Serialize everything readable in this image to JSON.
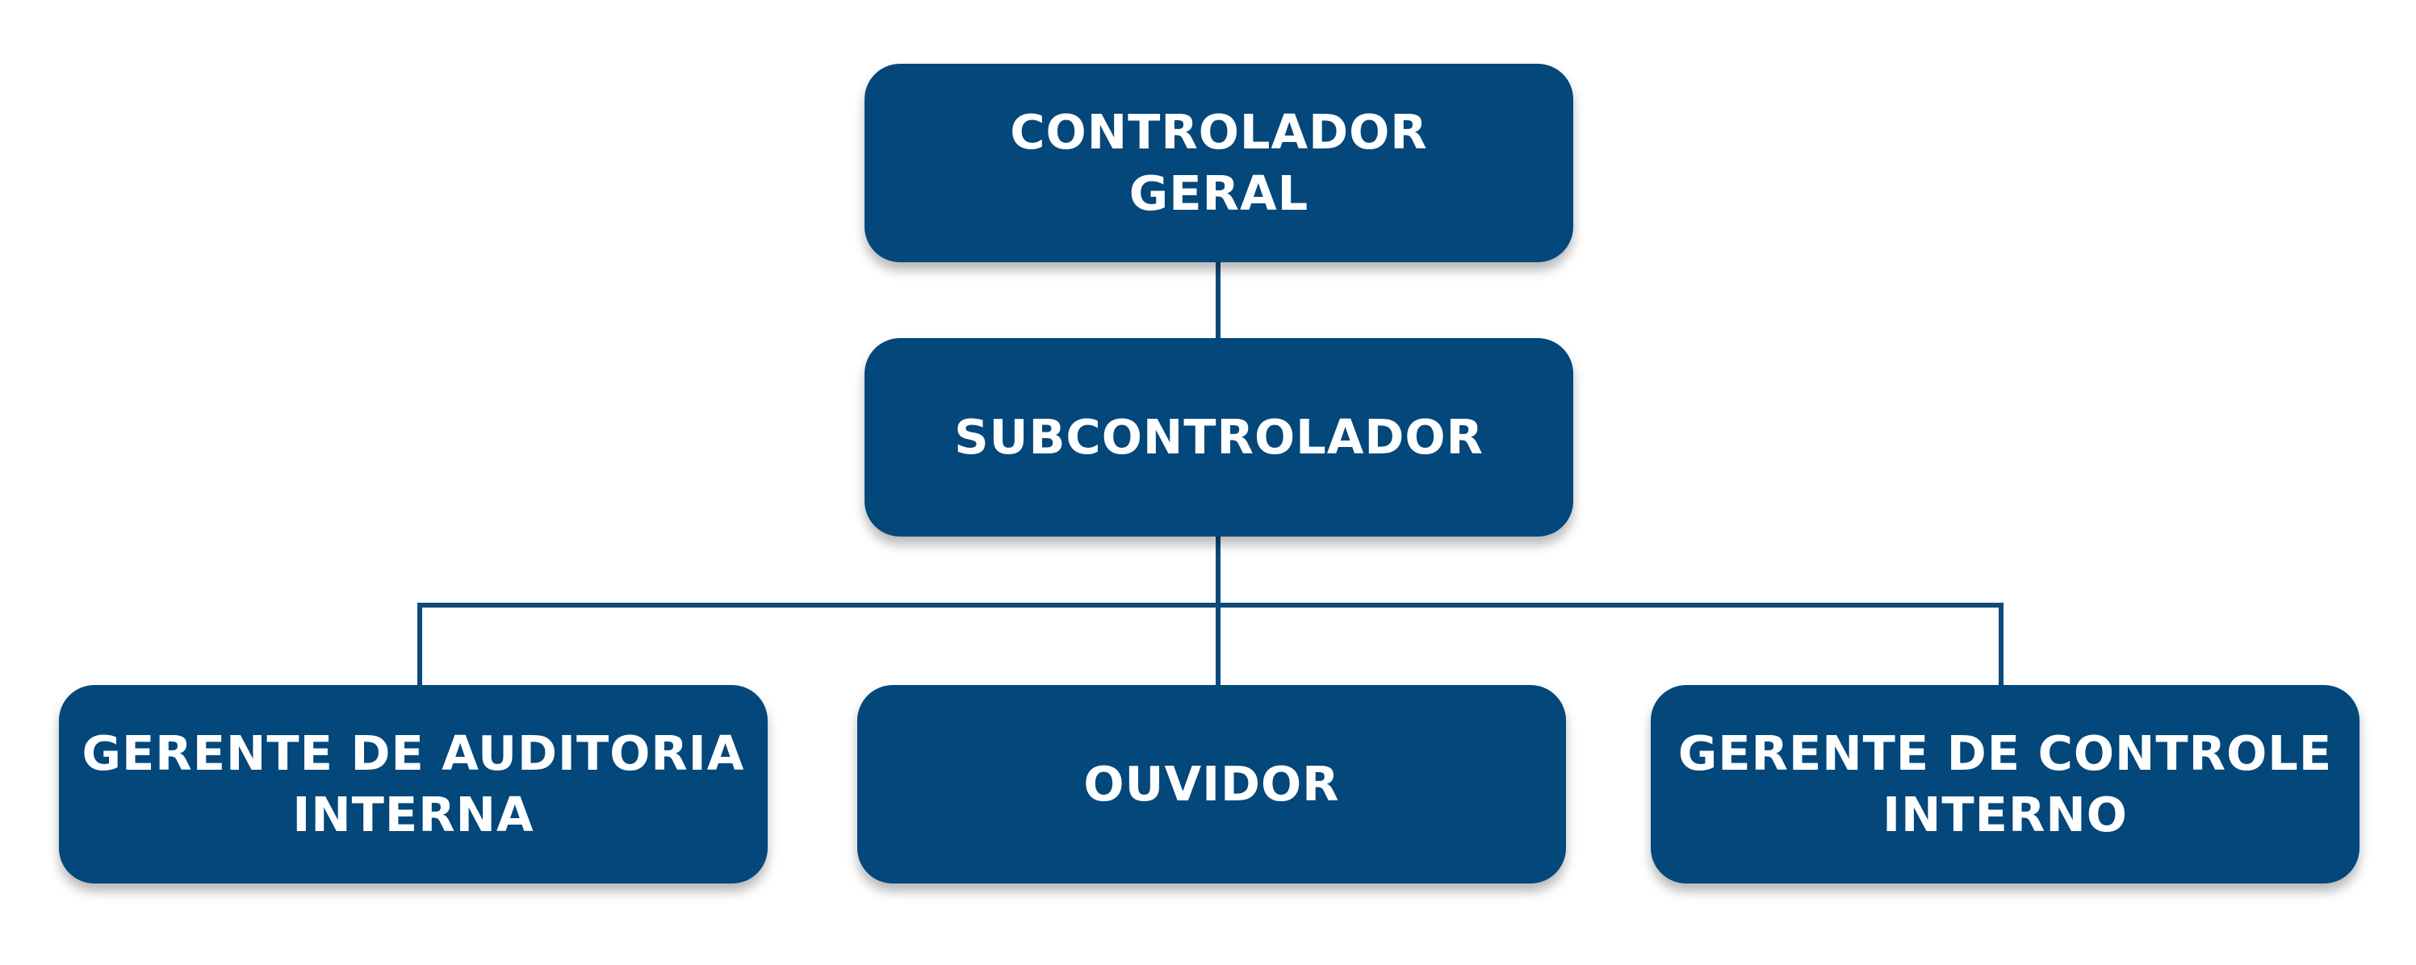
{
  "colors": {
    "box_fill": "#03477b",
    "box_text": "#ffffff",
    "connector": "#0e4a7a",
    "background": "#ffffff"
  },
  "nodes": {
    "controlador_geral": "CONTROLADOR\nGERAL",
    "subcontrolador": "SUBCONTROLADOR",
    "gerente_auditoria": "GERENTE DE AUDITORIA\nINTERNA",
    "ouvidor": "OUVIDOR",
    "gerente_controle": "GERENTE DE CONTROLE\nINTERNO"
  }
}
